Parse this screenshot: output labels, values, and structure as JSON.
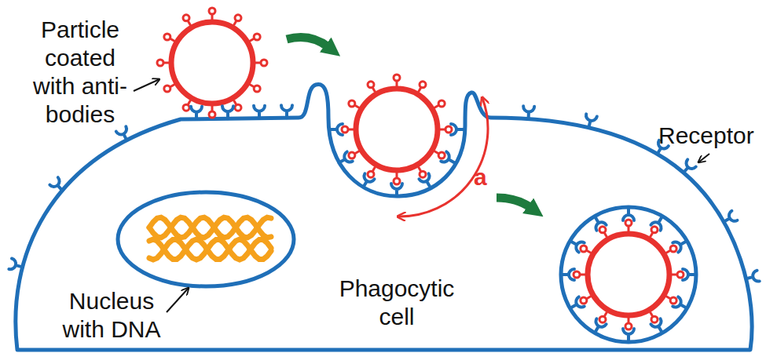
{
  "diagram": {
    "nodes": [
      {
        "text": [
          "Phagocytic cell"
        ]
      }
    ],
    "labels": [
      "Particle coated with anti-bodies",
      "Receptor",
      "a",
      "Nucleus with DNA"
    ]
  }
}
